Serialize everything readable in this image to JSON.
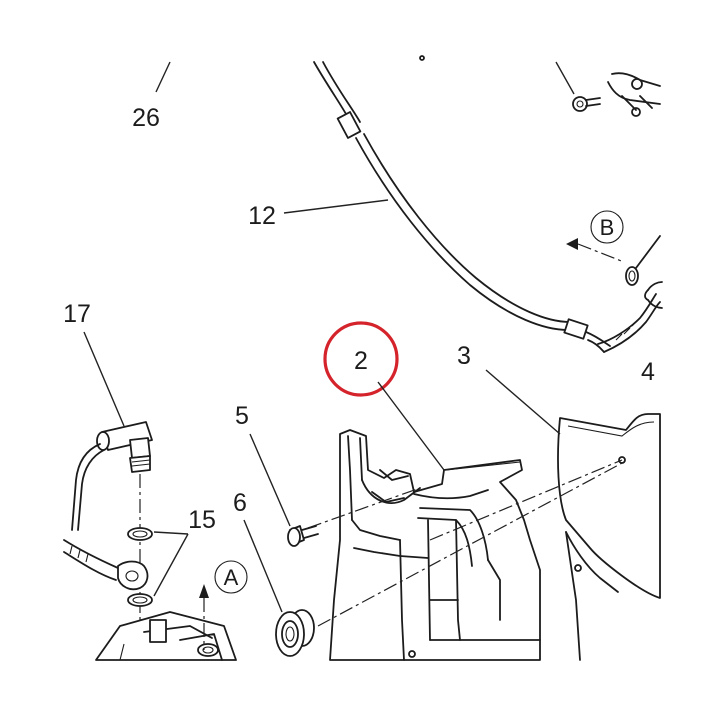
{
  "highlight_color": "#d4232b",
  "callouts": {
    "c2": "2",
    "c3": "3",
    "c4": "4",
    "c5": "5",
    "c6": "6",
    "c12": "12",
    "c15": "15",
    "c17": "17",
    "c26": "26"
  },
  "view_refs": {
    "a": "A",
    "b": "B"
  },
  "highlighted_part": "2",
  "icons": [
    "arrow-icon"
  ]
}
